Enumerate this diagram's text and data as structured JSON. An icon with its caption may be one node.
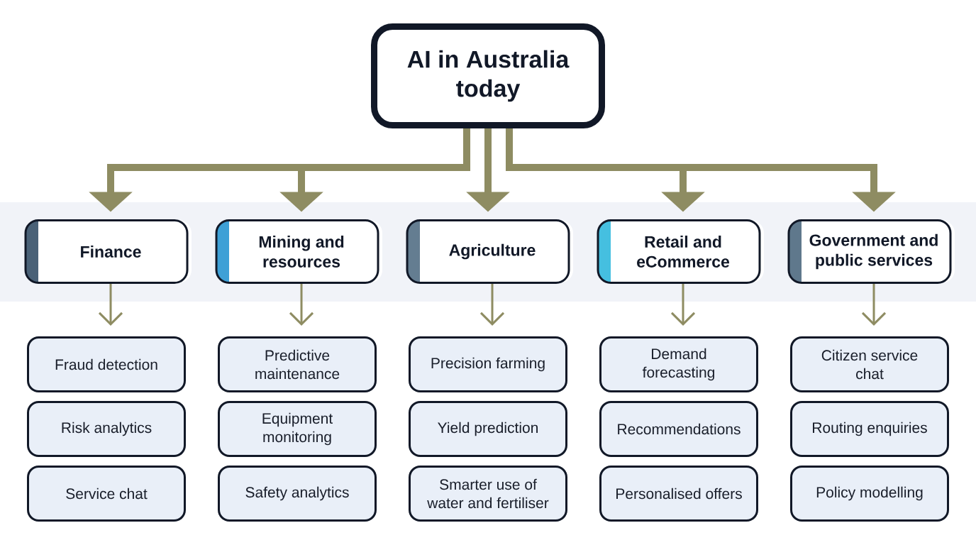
{
  "diagram": {
    "nodes": [
      {
        "text": [
          "AI in Australia today"
        ]
      },
      {
        "text": [
          "Finance"
        ]
      },
      {
        "text": [
          "Mining and resources"
        ]
      },
      {
        "text": [
          "Agriculture"
        ]
      },
      {
        "text": [
          "Retail and eCommerce"
        ]
      },
      {
        "text": [
          "Government and public services"
        ]
      },
      {
        "text": [
          "Fraud detection"
        ]
      },
      {
        "text": [
          "Risk analytics"
        ]
      },
      {
        "text": [
          "Service chat"
        ]
      },
      {
        "text": [
          "Predictive maintenance"
        ]
      },
      {
        "text": [
          "Equipment monitoring"
        ]
      },
      {
        "text": [
          "Safety analytics"
        ]
      },
      {
        "text": [
          "Precision farming"
        ]
      },
      {
        "text": [
          "Yield prediction"
        ]
      },
      {
        "text": [
          "Smarter use of water and fertiliser"
        ]
      },
      {
        "text": [
          "Demand forecasting"
        ]
      },
      {
        "text": [
          "Recommendations"
        ]
      },
      {
        "text": [
          "Personalised offers"
        ]
      },
      {
        "text": [
          "Citizen service chat"
        ]
      },
      {
        "text": [
          "Routing enquiries"
        ]
      },
      {
        "text": [
          "Policy modelling"
        ]
      }
    ],
    "edges": [
      {
        "from": 0,
        "to": 1,
        "arrow": "to",
        "style": "thick"
      },
      {
        "from": 0,
        "to": 2,
        "arrow": "to",
        "style": "thick"
      },
      {
        "from": 0,
        "to": 3,
        "arrow": "to",
        "style": "thick"
      },
      {
        "from": 0,
        "to": 4,
        "arrow": "to",
        "style": "thick"
      },
      {
        "from": 0,
        "to": 5,
        "arrow": "to",
        "style": "thick"
      },
      {
        "from": 1,
        "to": 6,
        "arrow": "to"
      },
      {
        "from": 2,
        "to": 9,
        "arrow": "to"
      },
      {
        "from": 3,
        "to": 12,
        "arrow": "to"
      },
      {
        "from": 4,
        "to": 15,
        "arrow": "to"
      },
      {
        "from": 5,
        "to": 18,
        "arrow": "to"
      }
    ]
  }
}
